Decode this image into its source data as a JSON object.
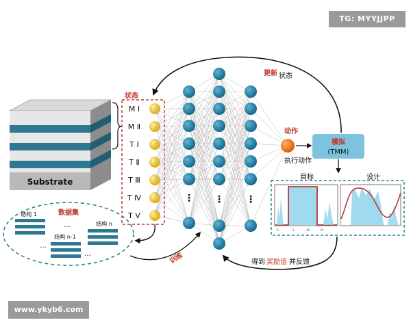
{
  "watermark_top": "TG: MYYJJPP",
  "watermark_bottom": "www.ykyb6.com",
  "substrate_label": "Substrate",
  "state_title": "状态",
  "state_labels": [
    "M Ⅰ",
    "M Ⅱ",
    "T Ⅰ",
    "T Ⅱ",
    "T Ⅲ",
    "T Ⅳ",
    "T Ⅴ"
  ],
  "dataset_title": "数据集",
  "structure_labels": [
    "结构 1",
    "结构 n-1",
    "结构 n"
  ],
  "ellipsis": "...",
  "ellipsis_vertical": "⋮",
  "update_state": {
    "part1": "更新",
    "part2": " 状态"
  },
  "action_label": "动作",
  "execute_action_label": "执行动作",
  "simulation": {
    "title": "模拟",
    "subtitle": "(TMM)"
  },
  "target_label": "目标",
  "design_label": "设计",
  "train_label": "训练",
  "reward": {
    "part1": "得到",
    "part2": "奖励值",
    "part3": "并反馈"
  },
  "colors": {
    "node": "#1f7ea2",
    "state_node": "#f3c419",
    "action_node": "#f47a1a",
    "accent_red": "#c0392b",
    "teal": "#2a7f93",
    "sim_box": "#7ec3de",
    "stripe": "#2f7891"
  }
}
